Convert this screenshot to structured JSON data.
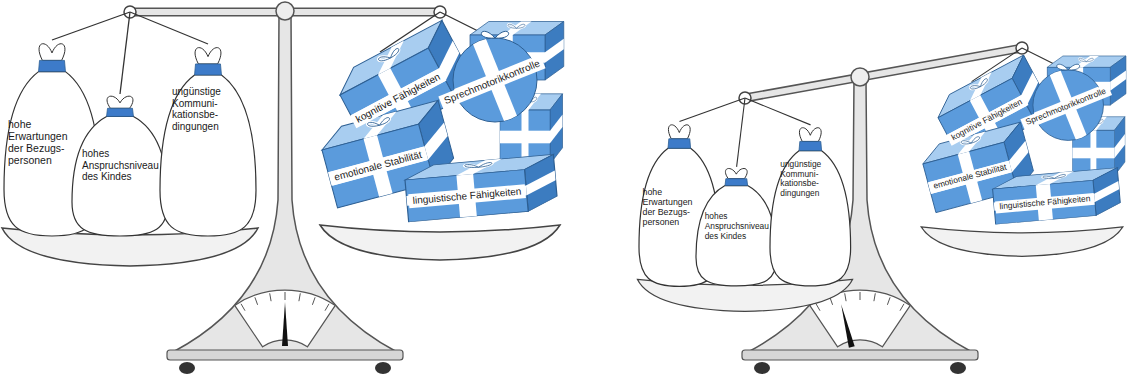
{
  "diagram": {
    "nodes": [
      {
        "text": [
          "hohe Erwartungen der Bezugs- personen"
        ]
      },
      {
        "text": [
          "hohes Anspruchsniveau des Kindes"
        ]
      },
      {
        "text": [
          "ungünstige Kommuni- kationsbe- dingungen"
        ]
      },
      {
        "text": [
          "kognitive Fähigkeiten"
        ]
      },
      {
        "text": [
          "Sprechmotorikkontrolle"
        ]
      },
      {
        "text": [
          "emotionale Stabilität"
        ]
      },
      {
        "text": [
          "linguistische Fähigkeiten"
        ]
      },
      {
        "text": [
          "hohe Erwartungen der Bezugs- personen"
        ]
      },
      {
        "text": [
          "hohes Anspruchsniveau des Kindes"
        ]
      },
      {
        "text": [
          "ungünstige Kommuni- kationsbe- dingungen"
        ]
      },
      {
        "text": [
          "kognitive Fähigkeiten"
        ]
      },
      {
        "text": [
          "Sprechmotorikkontrolle"
        ]
      },
      {
        "text": [
          "emotionale Stabilität"
        ]
      },
      {
        "text": [
          "linguistische Fähigkeiten"
        ]
      }
    ]
  }
}
